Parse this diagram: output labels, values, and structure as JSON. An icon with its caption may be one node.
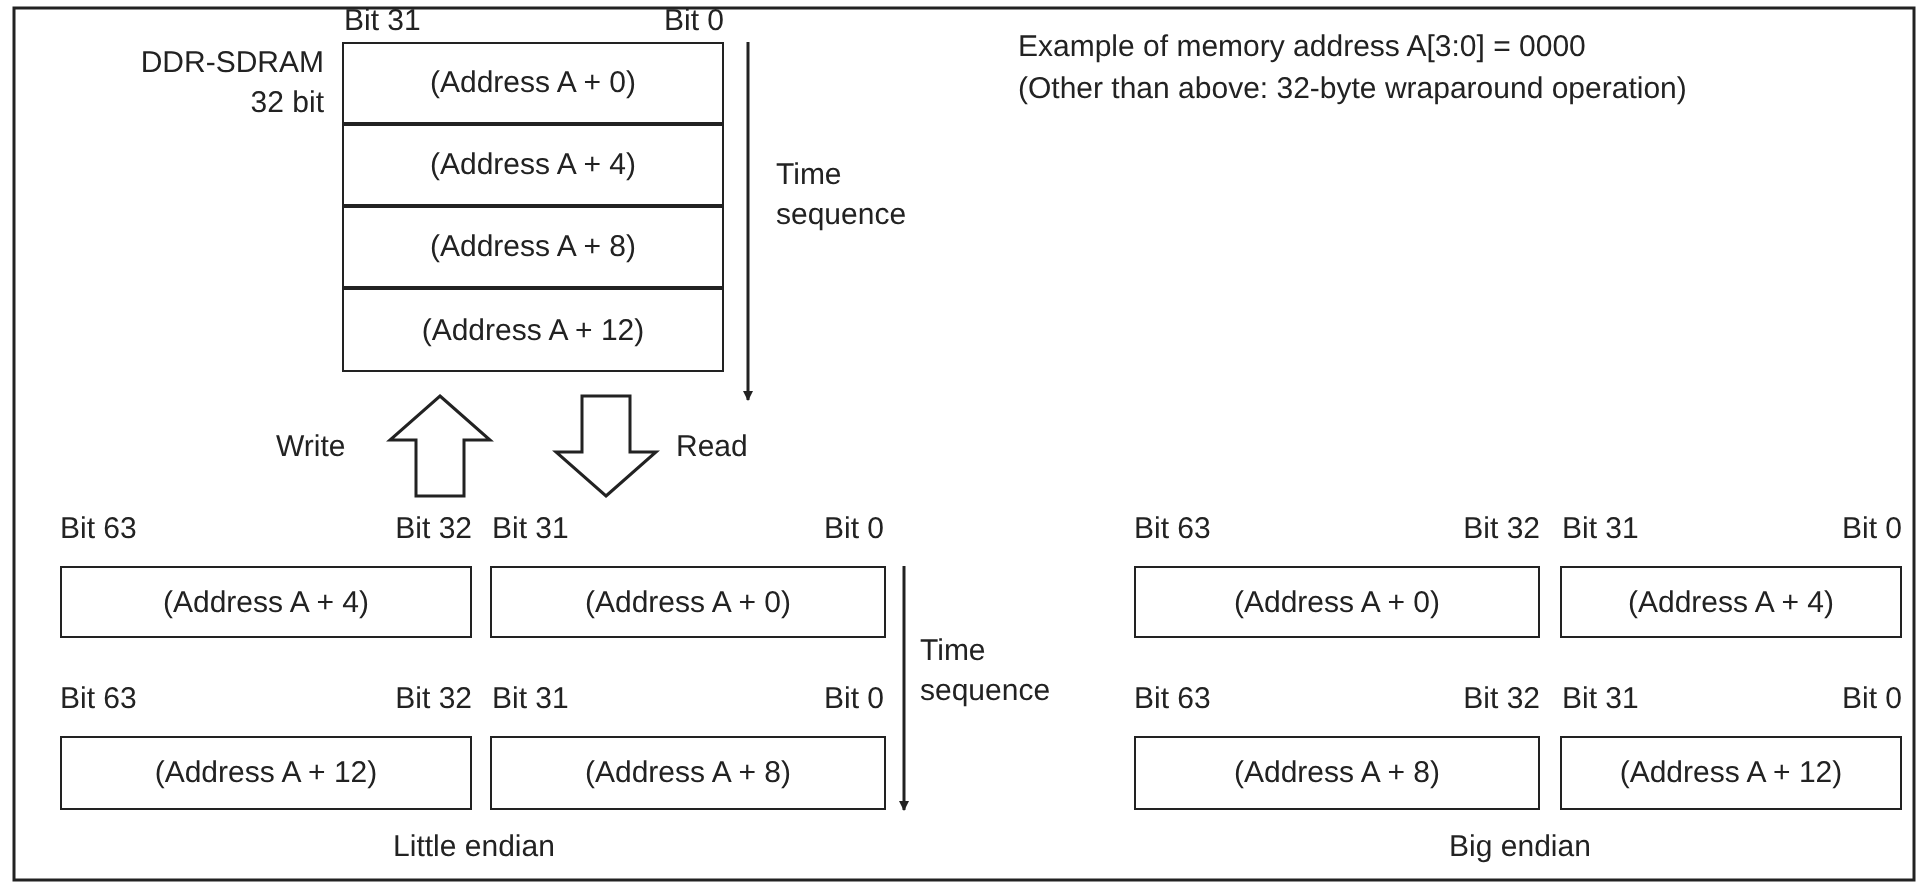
{
  "diagram": {
    "nodes": [
      {
        "text": [
          "(Address A + 0)"
        ]
      },
      {
        "text": [
          "(Address A + 4)"
        ]
      },
      {
        "text": [
          "(Address A + 8)"
        ]
      },
      {
        "text": [
          "(Address A + 12)"
        ]
      },
      {
        "text": [
          "(Address A + 4)"
        ]
      },
      {
        "text": [
          "(Address A + 0)"
        ]
      },
      {
        "text": [
          "(Address A + 12)"
        ]
      },
      {
        "text": [
          "(Address A + 8)"
        ]
      },
      {
        "text": [
          "(Address A + 0)"
        ]
      },
      {
        "text": [
          "(Address A + 4)"
        ]
      },
      {
        "text": [
          "(Address A + 8)"
        ]
      },
      {
        "text": [
          "(Address A + 12)"
        ]
      }
    ],
    "labels": [
      "Bit 31",
      "Bit 0",
      "Example of memory address A[3:0] = 0000",
      "(Other than above: 32-byte wraparound operation)",
      "DDR-SDRAM 32 bit",
      "Time sequence",
      "Write",
      "Read",
      "Bit 63",
      "Bit 32",
      "Bit 31",
      "Bit 0",
      "Bit 63",
      "Bit 32",
      "Bit 31",
      "Bit 0",
      "Time sequence",
      "Bit 63",
      "Bit 32",
      "Bit 31",
      "Bit 0",
      "Bit 63",
      "Bit 32",
      "Bit 31",
      "Bit 0",
      "Little endian",
      "Big endian"
    ]
  }
}
